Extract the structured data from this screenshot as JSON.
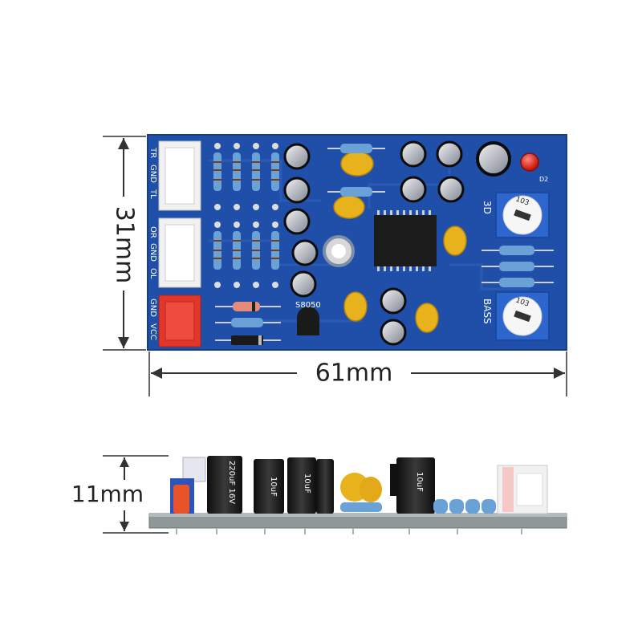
{
  "dimensions": {
    "height": "31mm",
    "width": "61mm",
    "thickness": "11mm"
  },
  "board": {
    "connector_labels": {
      "top": [
        "TR",
        "GND",
        "TL"
      ],
      "middle": [
        "OR",
        "GND",
        "OL"
      ],
      "bottom": [
        "GND",
        "VCC"
      ]
    },
    "transistor_label": "S8050",
    "led_label": "D2",
    "pot_top_label": "3D",
    "pot_bottom_label": "BASS",
    "pot_marking": "103"
  },
  "side_view": {
    "cap_marking_1": "220uF 16V",
    "cap_marking_2": "10uF",
    "cap_marking_3": "10uF",
    "cap_marking_4": "10uF"
  },
  "colors": {
    "pcb": "#1f4fa8",
    "pcb_side": "#8f9898",
    "capacitor_yellow": "#e8b21c",
    "connector_red": "#e2362a",
    "connector_white": "#f1f1f1"
  }
}
